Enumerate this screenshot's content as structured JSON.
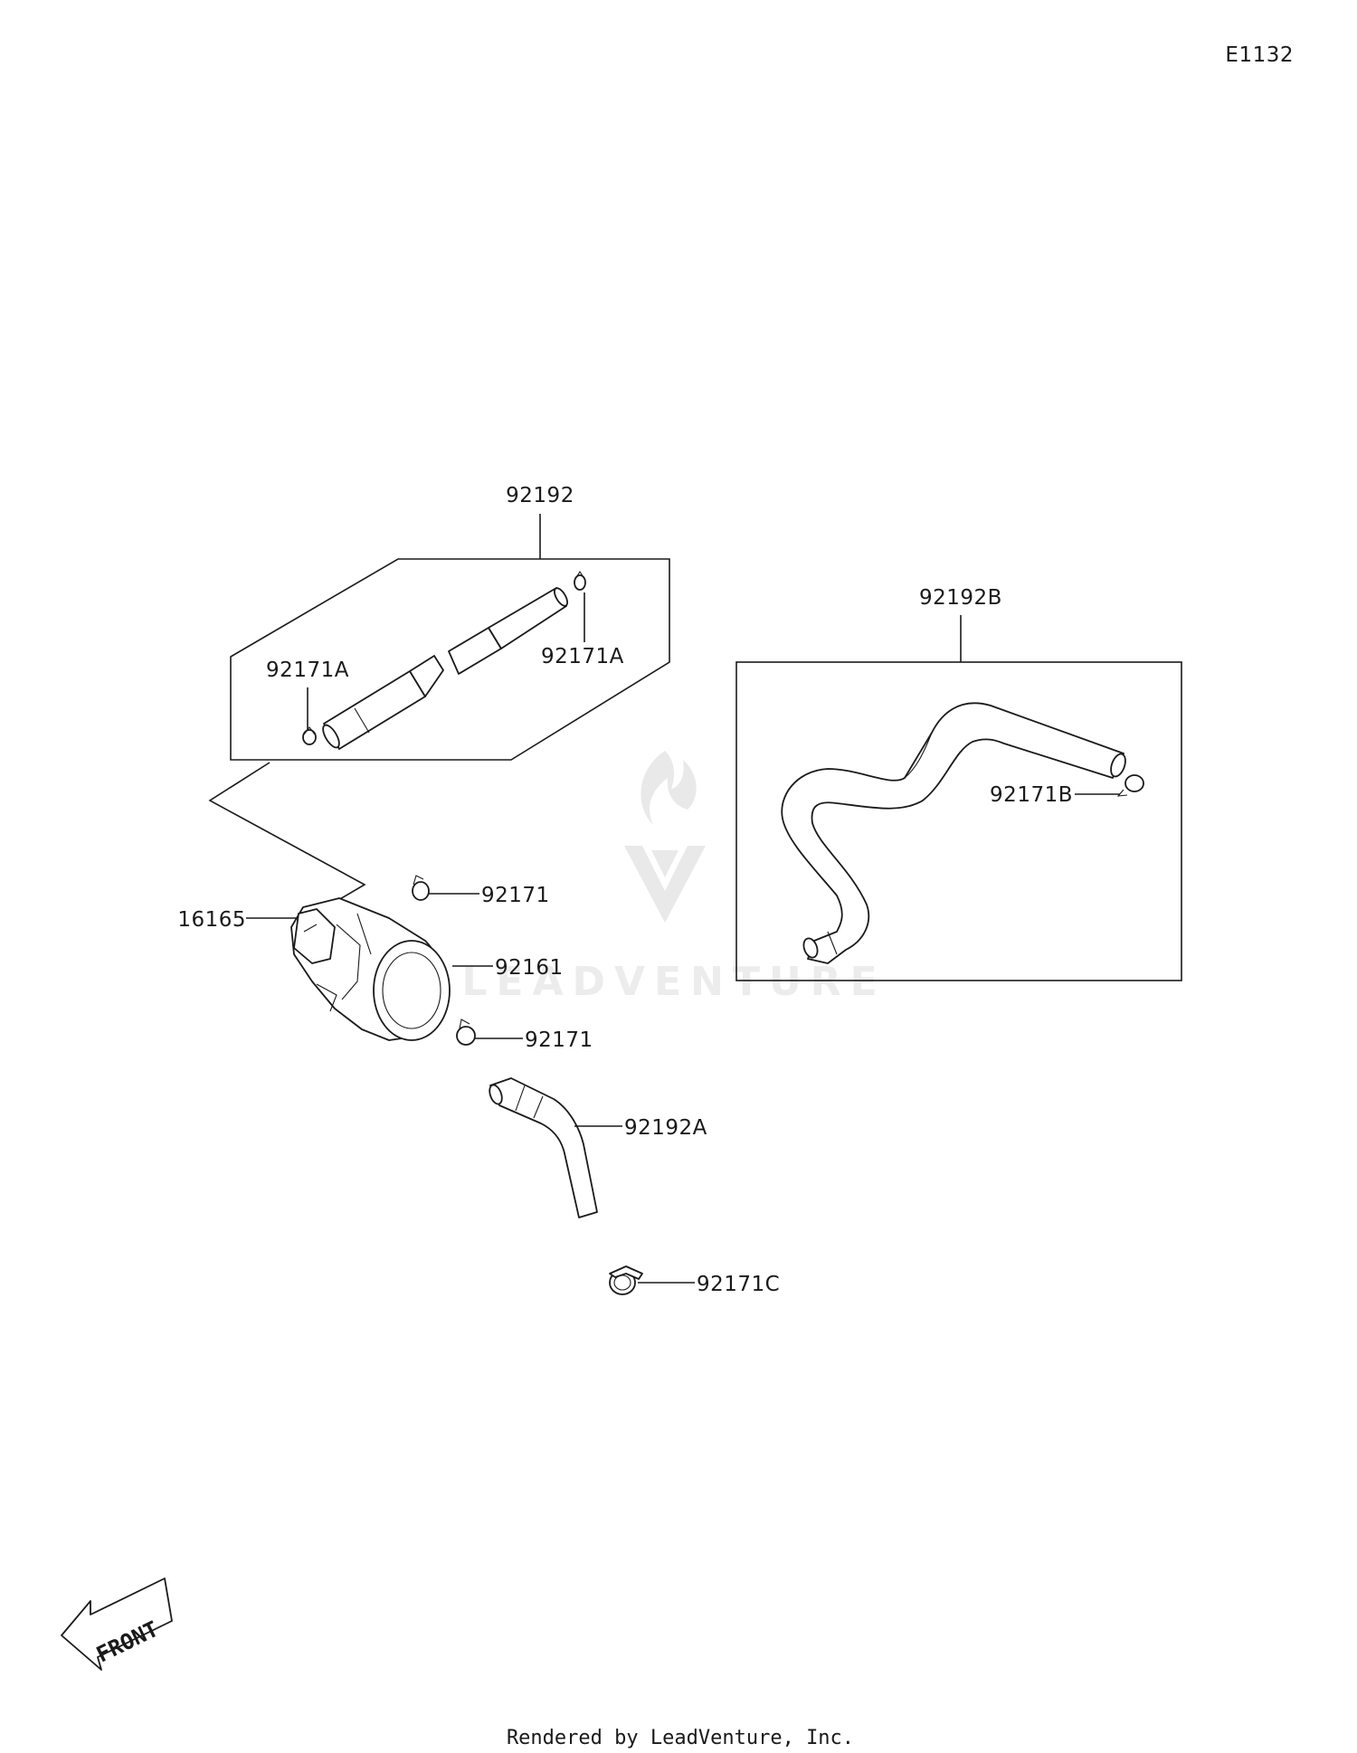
{
  "diagram_code": "E1132",
  "watermark": {
    "text": "LEADVENTURE"
  },
  "callouts": {
    "hose_assy": "92192",
    "hose_b": "92192B",
    "clamp_a_top": "92171A",
    "clamp_a_left": "92171A",
    "clamp_b": "92171B",
    "clamp_upper": "92171",
    "pump": "16165",
    "cover": "92161",
    "clamp_lower": "92171",
    "hose_a": "92192A",
    "clamp_c": "92171C"
  },
  "front_marker": "FRONT",
  "footer": "Rendered by LeadVenture, Inc."
}
